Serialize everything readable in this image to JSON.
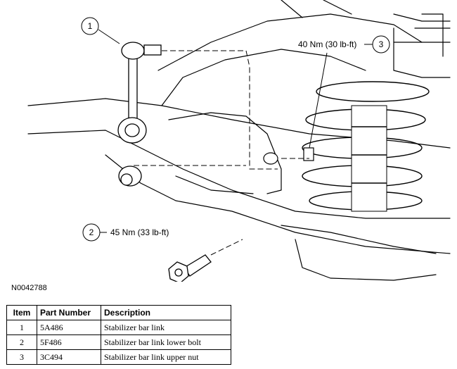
{
  "figure_id": "N0042788",
  "callouts": [
    {
      "number": "1",
      "text": ""
    },
    {
      "number": "2",
      "text": "45 Nm (33 lb-ft)"
    },
    {
      "number": "3",
      "text": "40 Nm (30 lb-ft)"
    }
  ],
  "table": {
    "headers": [
      "Item",
      "Part Number",
      "Description"
    ],
    "rows": [
      {
        "item": "1",
        "part": "5A486",
        "desc": "Stabilizer bar link"
      },
      {
        "item": "2",
        "part": "5F486",
        "desc": "Stabilizer bar link lower bolt"
      },
      {
        "item": "3",
        "part": "3C494",
        "desc": "Stabilizer bar link upper nut"
      }
    ]
  }
}
